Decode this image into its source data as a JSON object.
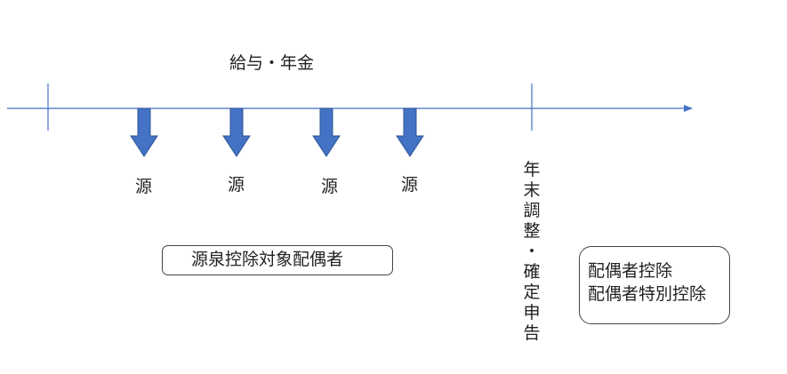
{
  "diagram": {
    "timeline_label": "給与・年金",
    "withholding_marks": [
      "源",
      "源",
      "源",
      "源"
    ],
    "year_end_label": [
      "年",
      "末",
      "調",
      "整",
      "・",
      "確",
      "定",
      "申",
      "告"
    ],
    "withholding_target_box": "源泉控除対象配偶者",
    "deduction_box": {
      "line1": "配偶者控除",
      "line2": "配偶者特別控除"
    },
    "colors": {
      "timeline": "#4472c4",
      "arrow_fill": "#4472c4",
      "arrow_stroke": "#2f5597",
      "box_border": "#444444"
    }
  }
}
